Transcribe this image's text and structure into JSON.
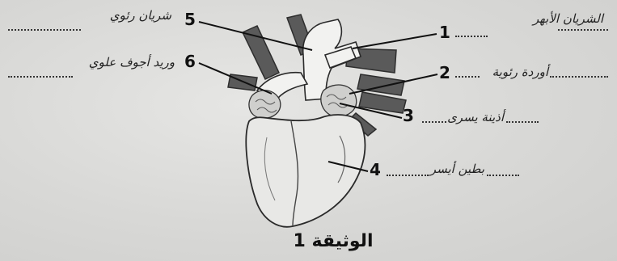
{
  "labels": {
    "l1": {
      "num": "1",
      "text": "الشريان الأبهر"
    },
    "l2": {
      "num": "2",
      "text": "أوردة رئوية"
    },
    "l3": {
      "num": "3",
      "text": "أذينة يسرى"
    },
    "l4": {
      "num": "4",
      "text": "بطين أيسر"
    },
    "l5": {
      "num": "5",
      "text": "شريان رئوي"
    },
    "l6": {
      "num": "6",
      "text": "وريد أجوف علوي"
    }
  },
  "caption": "الوثيقة 1"
}
